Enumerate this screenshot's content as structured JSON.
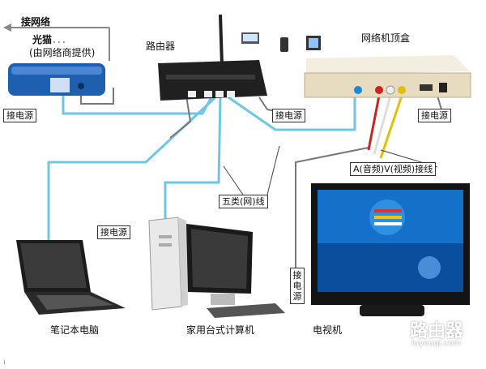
{
  "labels": {
    "internet": "接网络",
    "modem": "光猫",
    "modem_dots": "．．．",
    "modem_sub": "(由网络商提供)",
    "router": "路由器",
    "settop": "网络机顶盒",
    "power": "接电源",
    "av": "A(音频)V(视频)接线",
    "cat5": "五类(网)线",
    "laptop": "笔记本电脑",
    "desktop": "家用台式计算机",
    "tv": "电视机",
    "corner_mark": "ı"
  },
  "watermark": {
    "brand": "路由器",
    "domain": "luyouqi.com"
  },
  "colors": {
    "cable": "#6ec6e4",
    "line": "#444444",
    "device_blue": "#1e5fb0",
    "router_black": "#202020",
    "settop_beige": "#e8dcc0",
    "tv_screen": "#1470c8"
  }
}
